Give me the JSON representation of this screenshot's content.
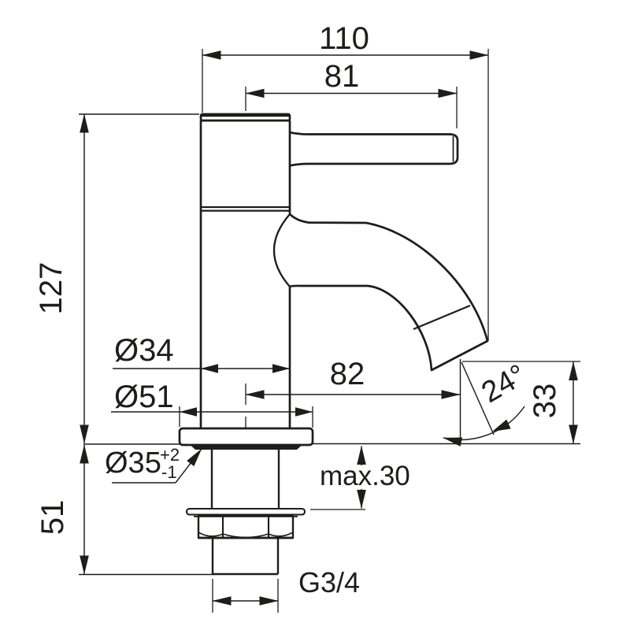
{
  "drawing": {
    "subject": "single-lever pillar tap - dimensioned side elevation",
    "units": "mm",
    "colors": {
      "line": "#1d1d1b",
      "background": "#ffffff"
    },
    "labels": {
      "overall_width": "110",
      "handle_length": "81",
      "height_above_deck": "127",
      "body_diameter": "Ø34",
      "base_diameter": "Ø51",
      "hole_diameter": "Ø35",
      "hole_tolerance_plus": "+2",
      "hole_tolerance_minus": "-1",
      "spout_projection": "82",
      "spout_angle": "24°",
      "outlet_height": "33",
      "max_deck_thickness": "max.30",
      "height_below_deck": "51",
      "thread_size": "G3/4"
    }
  }
}
